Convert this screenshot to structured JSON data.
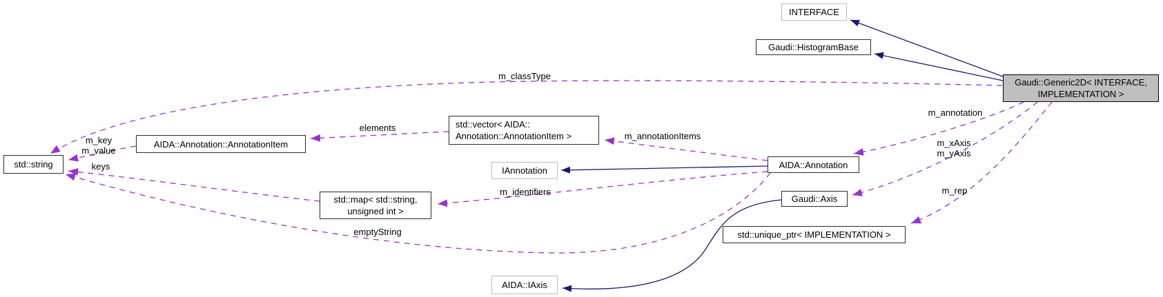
{
  "colors": {
    "inheritance_edge": "#191970",
    "usage_edge": "#9932cc",
    "focus_node_fill": "#bfbfbf",
    "node_border": "#2a2a2a",
    "external_node_border": "#bcbcbc",
    "background": "#ffffff"
  },
  "nodes": {
    "interface": {
      "label": "INTERFACE"
    },
    "histogram_base": {
      "label": "Gaudi::HistogramBase"
    },
    "generic2d": {
      "label": "Gaudi::Generic2D< INTERFACE,\nIMPLEMENTATION >"
    },
    "std_string": {
      "label": "std::string"
    },
    "annotation_item": {
      "label": "AIDA::Annotation::AnnotationItem"
    },
    "vector_annotation_item": {
      "label": "std::vector< AIDA::\nAnnotation::AnnotationItem >"
    },
    "iannotation": {
      "label": "IAnnotation"
    },
    "aida_annotation": {
      "label": "AIDA::Annotation"
    },
    "map_string_uint": {
      "label": "std::map< std::string,\nunsigned int >"
    },
    "gaudi_axis": {
      "label": "Gaudi::Axis"
    },
    "unique_ptr_implementation": {
      "label": "std::unique_ptr< IMPLEMENTATION >"
    },
    "aida_iaxis": {
      "label": "AIDA::IAxis"
    }
  },
  "edge_labels": {
    "m_classType": {
      "label": "m_classType"
    },
    "elements": {
      "label": "elements"
    },
    "m_key_m_value": {
      "label": "m_key\nm_value"
    },
    "keys": {
      "label": "keys"
    },
    "emptyString": {
      "label": "emptyString"
    },
    "m_annotationItems": {
      "label": "m_annotationItems"
    },
    "m_identifiers": {
      "label": "m_identifiers"
    },
    "m_annotation": {
      "label": "m_annotation"
    },
    "m_xAxis_m_yAxis": {
      "label": "m_xAxis\nm_yAxis"
    },
    "m_rep": {
      "label": "m_rep"
    }
  }
}
